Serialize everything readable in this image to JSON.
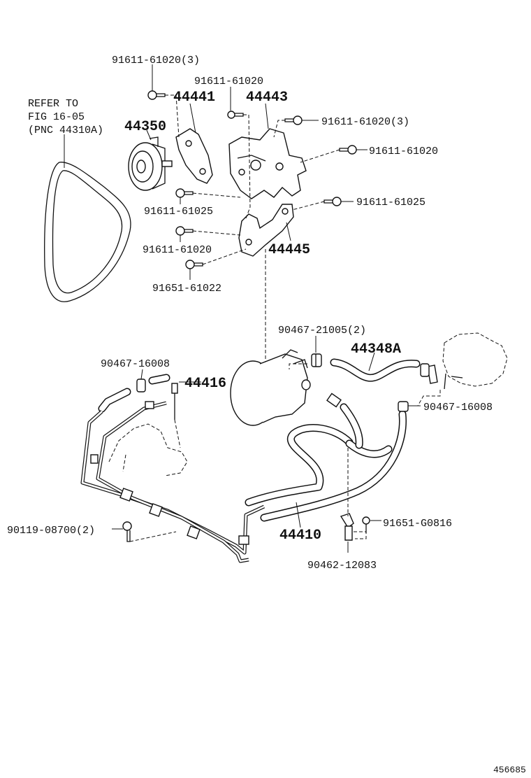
{
  "labels": {
    "l_91611_61020_3_top": "91611-61020(3)",
    "l_91611_61020_top": "91611-61020",
    "l_44441": "44441",
    "l_44443": "44443",
    "l_refer_1": "REFER TO",
    "l_refer_2": "FIG 16-05",
    "l_refer_3": "(PNC 44310A)",
    "l_44350": "44350",
    "l_91611_61020_3_right": "91611-61020(3)",
    "l_91611_61020_right": "91611-61020",
    "l_91611_61025_left": "91611-61025",
    "l_91611_61025_right": "91611-61025",
    "l_91611_61020_left": "91611-61020",
    "l_44445": "44445",
    "l_91651_61022": "91651-61022",
    "l_90467_21005_2": "90467-21005(2)",
    "l_44348A": "44348A",
    "l_90467_16008_left": "90467-16008",
    "l_44416": "44416",
    "l_90467_16008_right": "90467-16008",
    "l_90119_08700_2": "90119-08700(2)",
    "l_91651_G0816": "91651-G0816",
    "l_44410": "44410",
    "l_90462_12083": "90462-12083",
    "figure_id": "456685"
  },
  "colors": {
    "ink": "#111111",
    "background": "#ffffff"
  }
}
